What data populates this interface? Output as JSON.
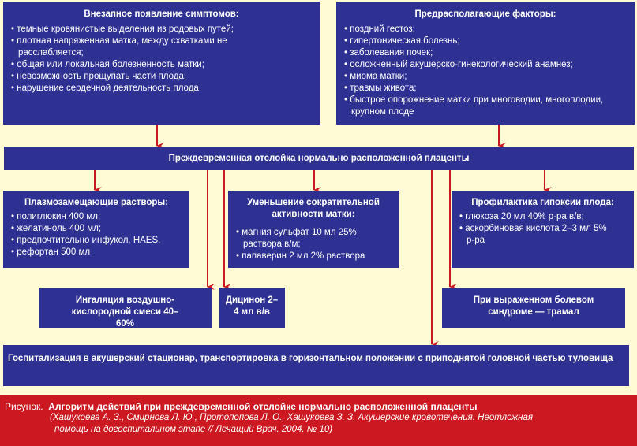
{
  "symptoms": {
    "title": "Внезапное появление симптомов:",
    "items": [
      "темные кровянистые выделения из родовых путей;",
      "плотная напряженная матка, между схватками не расслабляется;",
      "общая или локальная болезненность матки;",
      "невозможность прощупать части плода;",
      "нарушение сердечной деятельность плода"
    ]
  },
  "factors": {
    "title": "Предрасполагающие факторы:",
    "items": [
      "поздний гестоз;",
      "гипертоническая болезнь;",
      "заболевания почек;",
      "осложненный акушерско-гинекологический анамнез;",
      "миома матки;",
      "травмы живота;",
      "быстрое опорожнение матки при многоводии, многоплодии, крупном плоде"
    ]
  },
  "main": "Преждевременная отслойка нормально расположенной плаценты",
  "plasma": {
    "title": "Плазмозамещающие растворы:",
    "items": [
      "полиглюкин 400 мл;",
      "желатиноль 400 мл;",
      "предпочтительно инфукол, HAES,",
      "рефортан 500 мл"
    ]
  },
  "contract": {
    "title": "Уменьшение сократительной активности матки:",
    "items": [
      "магния сульфат 10 мл 25% раствора в/м;",
      "папаверин 2 мл 2% раствора"
    ]
  },
  "hypoxia": {
    "title": "Профилактика гипоксии плода:",
    "items": [
      "глюкоза 20 мл 40% р-ра в/в;",
      "аскорбиновая кислота 2–3 мл 5% р-ра"
    ]
  },
  "inhal": "Ингаляция воздушно-кислородной смеси 40–60%",
  "dicinon": "Дицинон 2–4 мл в/в",
  "pain": "При выраженном болевом синдроме — трамал",
  "hosp": "Госпитализация в акушерский стационар, транспортировка в горизонтальном положении с приподнятой головной частью туловища",
  "caption": {
    "label": "Рисунок.",
    "title": "Алгоритм действий при преждевременной отслойке нормально расположенной плаценты",
    "source1": "(Хашукоева А. З., Смирнова Л. Ю., Протопопова Л. О., Хашукоева З. З. Акушерские кровотечения. Неотложная",
    "source2": "помощь на догоспитальном  этапе // Лечащий Врач. 2004. № 10)"
  },
  "colors": {
    "box": "#2e3192",
    "arrow": "#cc1820",
    "bg": "#fffbd4"
  }
}
